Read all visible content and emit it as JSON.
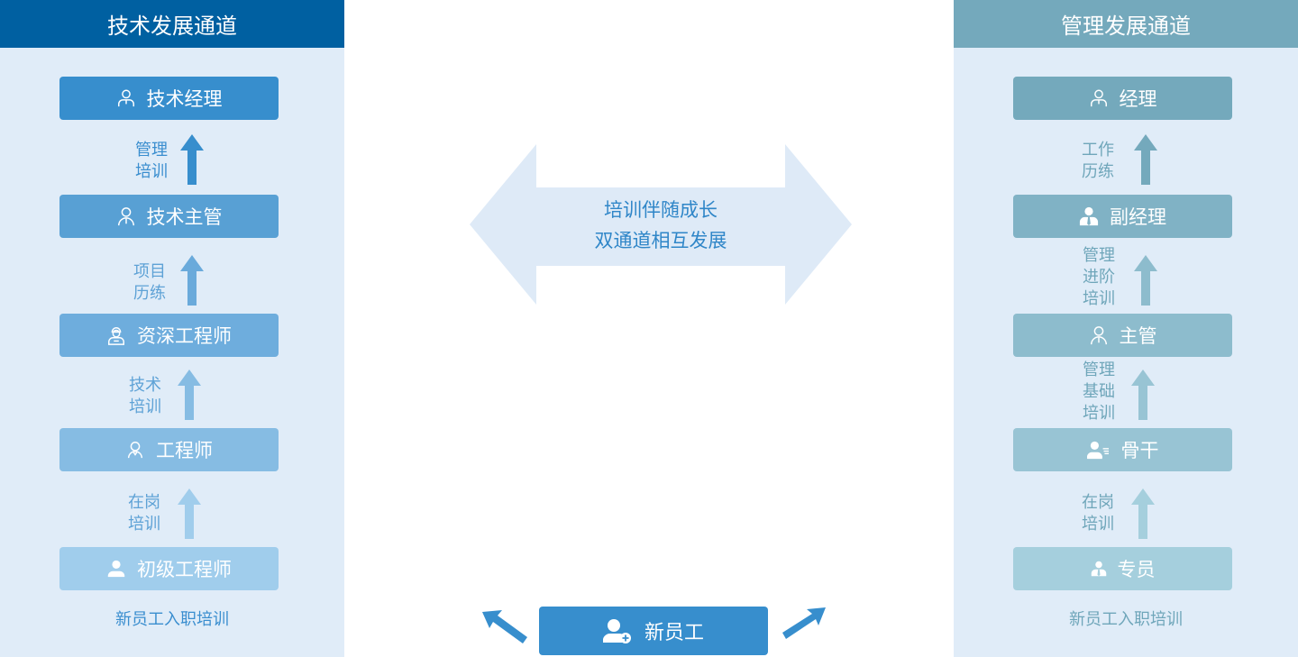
{
  "left": {
    "title": "技术发展通道",
    "header_color": "#0060a1",
    "text_color": "#3a8ecf",
    "boxes": [
      {
        "label": "技术经理",
        "icon": "manager-icon",
        "color": "#378ecd"
      },
      {
        "label": "技术主管",
        "icon": "supervisor-icon",
        "color": "#58a0d4"
      },
      {
        "label": "资深工程师",
        "icon": "engineer-helmet-icon",
        "color": "#6eaddd"
      },
      {
        "label": "工程师",
        "icon": "engineer-icon",
        "color": "#86bce3"
      },
      {
        "label": "初级工程师",
        "icon": "user-icon",
        "color": "#a0cdec"
      }
    ],
    "steps": [
      {
        "line1": "管理",
        "line2": "培训"
      },
      {
        "line1": "项目",
        "line2": "历练"
      },
      {
        "line1": "技术",
        "line2": "培训"
      },
      {
        "line1": "在岗",
        "line2": "培训"
      }
    ],
    "footer": "新员工入职培训"
  },
  "right": {
    "title": "管理发展通道",
    "header_color": "#74a9bc",
    "text_color": "#6fa6ba",
    "boxes": [
      {
        "label": "经理",
        "icon": "manager-icon",
        "color": "#74a9bc"
      },
      {
        "label": "副经理",
        "icon": "suit-user-icon",
        "color": "#80b2c5"
      },
      {
        "label": "主管",
        "icon": "supervisor-icon",
        "color": "#8dbccd"
      },
      {
        "label": "骨干",
        "icon": "user-list-icon",
        "color": "#98c4d4"
      },
      {
        "label": "专员",
        "icon": "suit-user-icon",
        "color": "#a5cfdd"
      }
    ],
    "steps": [
      {
        "lines": [
          "工作",
          "历练"
        ]
      },
      {
        "lines": [
          "管理",
          "进阶",
          "培训"
        ]
      },
      {
        "lines": [
          "管理",
          "基础",
          "培训"
        ]
      },
      {
        "lines": [
          "在岗",
          "培训"
        ]
      }
    ],
    "footer": "新员工入职培训"
  },
  "center": {
    "line1": "培训伴随成长",
    "line2": "双通道相互发展",
    "arrow_color": "#deeaf7"
  },
  "new_employee": {
    "label": "新员工",
    "icon": "user-add-icon",
    "color": "#378ecd"
  }
}
